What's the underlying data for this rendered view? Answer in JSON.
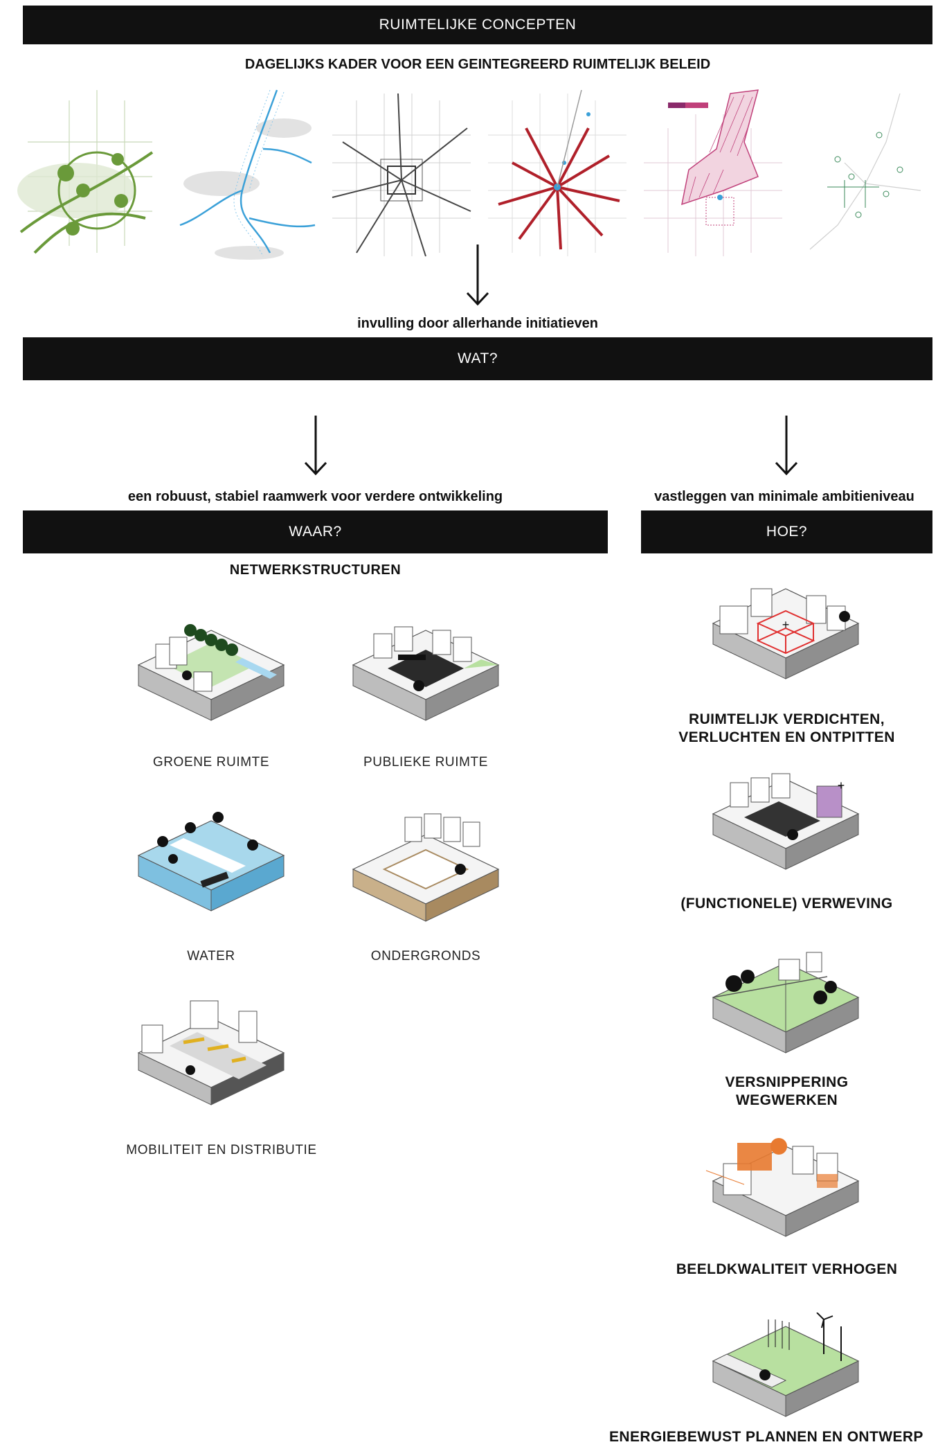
{
  "header": {
    "title": "RUIMTELIJKE CONCEPTEN",
    "subtitle": "DAGELIJKS KADER VOOR EEN GEINTEGREERD RUIMTELIJK BELEID"
  },
  "concepts": [
    {
      "icon": "green-network-sketch",
      "color": "#6a9a3a"
    },
    {
      "icon": "water-network-sketch",
      "color": "#3aa0d8"
    },
    {
      "icon": "urban-grid-sketch",
      "color": "#555555"
    },
    {
      "icon": "radial-network-sketch",
      "color": "#b0202a"
    },
    {
      "icon": "hatched-core-sketch",
      "color": "#c0407a"
    },
    {
      "icon": "village-nodes-sketch",
      "color": "#3a8a5a"
    }
  ],
  "flow": {
    "initiatives": "invulling door allerhande initiatieven",
    "wat": "WAT?",
    "left_caption": "een robuust, stabiel raamwerk voor verdere ontwikkeling",
    "right_caption": "vastleggen van minimale ambitieniveau",
    "waar": "WAAR?",
    "hoe": "HOE?"
  },
  "waar": {
    "heading": "NETWERKSTRUCTUREN",
    "items": [
      {
        "label": "GROENE RUIMTE",
        "icon": "green-space-block"
      },
      {
        "label": "PUBLIEKE RUIMTE",
        "icon": "public-space-block"
      },
      {
        "label": "WATER",
        "icon": "water-block"
      },
      {
        "label": "ONDERGRONDS",
        "icon": "underground-block"
      },
      {
        "label": "MOBILITEIT EN DISTRIBUTIE",
        "icon": "mobility-block"
      }
    ]
  },
  "hoe": {
    "items": [
      {
        "label": "RUIMTELIJK VERDICHTEN,\nVERLUCHTEN EN ONTPITTEN",
        "icon": "densify-block",
        "accent": "#e03030"
      },
      {
        "label": "(FUNCTIONELE) VERWEVING",
        "icon": "mixing-block",
        "accent": "#9a6ab0"
      },
      {
        "label": "VERSNIPPERING\nWEGWERKEN",
        "icon": "fragmentation-block",
        "accent": "#a8d890"
      },
      {
        "label": "BEELDKWALITEIT VERHOGEN",
        "icon": "image-quality-block",
        "accent": "#e87a30"
      },
      {
        "label": "ENERGIEBEWUST PLANNEN EN ONTWERP",
        "icon": "energy-block",
        "accent": "#a8d890"
      }
    ]
  }
}
